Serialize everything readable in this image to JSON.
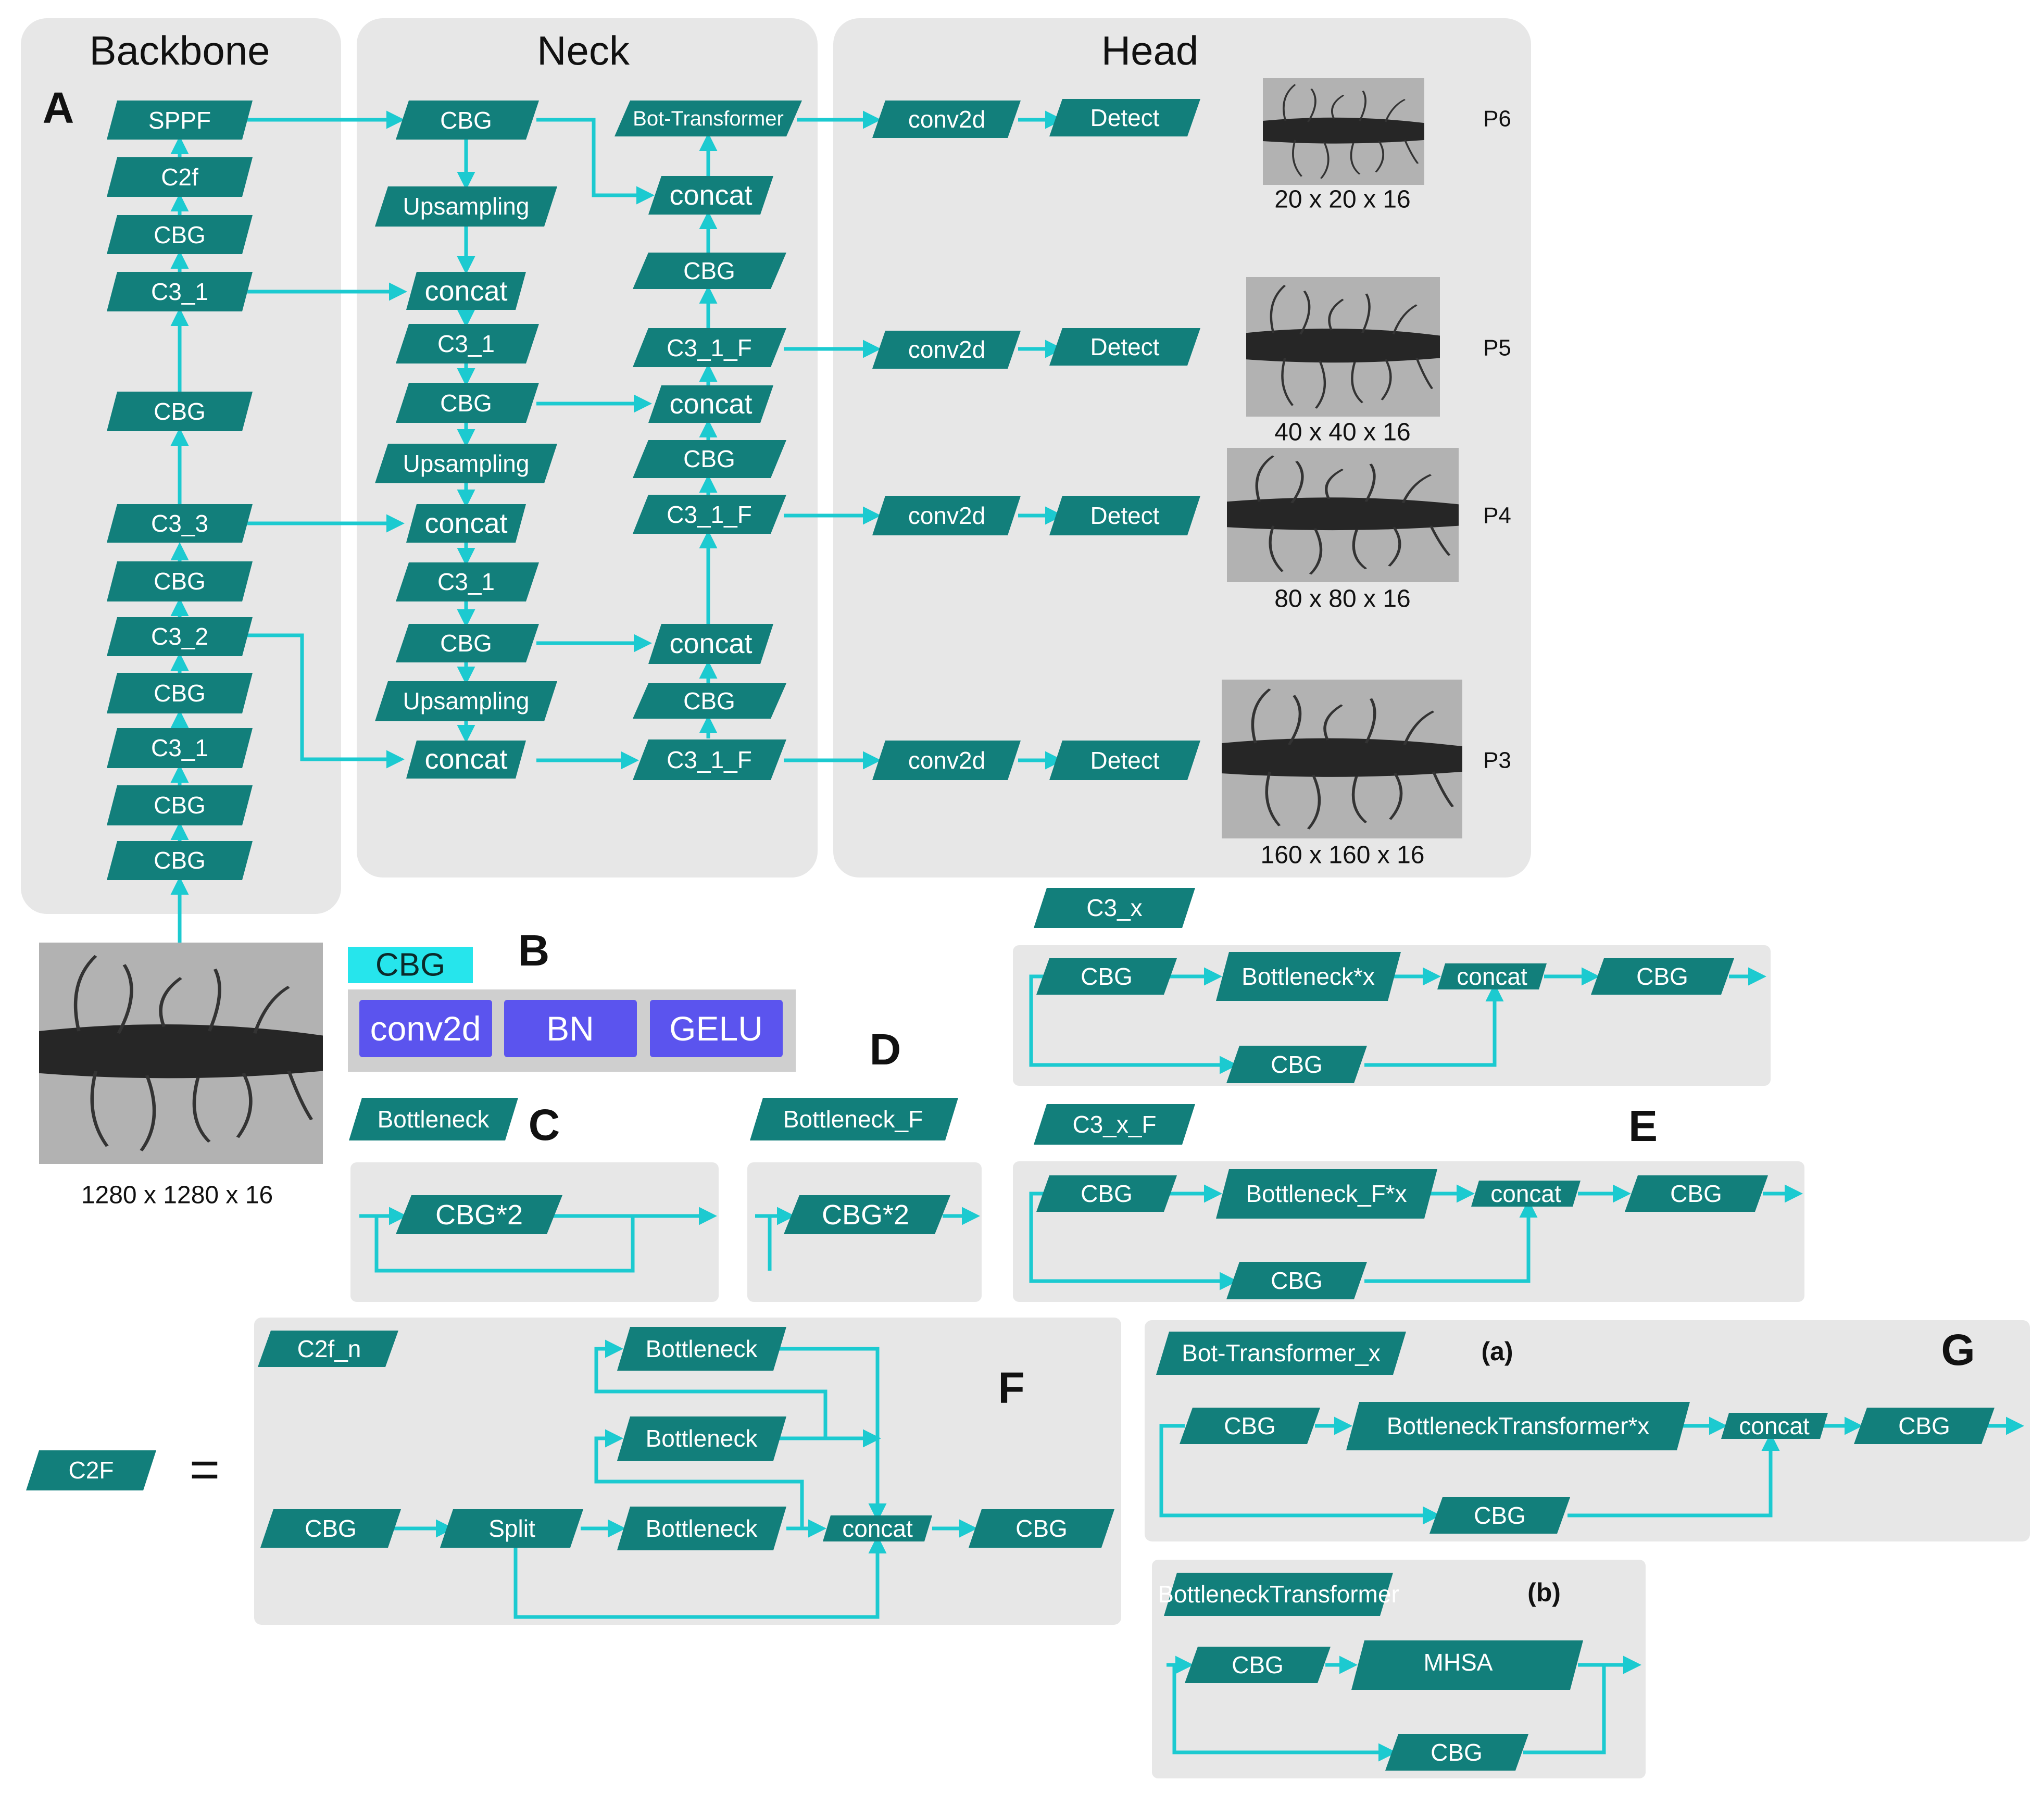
{
  "sections": {
    "backbone": "Backbone",
    "neck": "Neck",
    "head": "Head"
  },
  "letters": {
    "a": "A",
    "b": "B",
    "c": "C",
    "d": "D",
    "e": "E",
    "f": "F",
    "g": "G",
    "g_a": "(a)",
    "g_b": "(b)"
  },
  "backbone": {
    "sppf": "SPPF",
    "c2f": "C2f",
    "cbg_top": "CBG",
    "c3_1_top": "C3_1",
    "cbg_mid": "CBG",
    "c3_3": "C3_3",
    "cbg_a": "CBG",
    "c3_2": "C3_2",
    "cbg_b": "CBG",
    "c3_1_low": "C3_1",
    "cbg_c": "CBG",
    "cbg_d": "CBG",
    "input_caption": "1280 x 1280 x 16"
  },
  "neck": {
    "left": {
      "cbg1": "CBG",
      "ups1": "Upsampling",
      "concat1": "concat",
      "c3_1a": "C3_1",
      "cbg2": "CBG",
      "ups2": "Upsampling",
      "concat2": "concat",
      "c3_1b": "C3_1",
      "cbg3": "CBG",
      "ups3": "Upsampling",
      "concat3": "concat"
    },
    "right": {
      "bot": "Bot-Transformer",
      "concat1": "concat",
      "cbg1": "CBG",
      "c3f1": "C3_1_F",
      "concat2": "concat",
      "cbg2": "CBG",
      "c3f2": "C3_1_F",
      "concat3": "concat",
      "cbg3": "CBG",
      "c3f3": "C3_1_F"
    }
  },
  "head": {
    "rows": [
      {
        "conv": "conv2d",
        "detect": "Detect",
        "level": "P6",
        "caption": "20 x 20 x 16"
      },
      {
        "conv": "conv2d",
        "detect": "Detect",
        "level": "P5",
        "caption": "40 x 40 x 16"
      },
      {
        "conv": "conv2d",
        "detect": "Detect",
        "level": "P4",
        "caption": "80 x 80 x 16"
      },
      {
        "conv": "conv2d",
        "detect": "Detect",
        "level": "P3",
        "caption": "160 x 160 x 16"
      }
    ]
  },
  "legend_b": {
    "title": "CBG",
    "items": [
      "conv2d",
      "BN",
      "GELU"
    ],
    "colors": {
      "title_bg": "#26e5ec",
      "item_bg": "#5b54ee",
      "panel_bg": "#cfcfcf"
    }
  },
  "block_c": {
    "tag": "Bottleneck",
    "node": "CBG*2"
  },
  "block_d": {
    "tag": "Bottleneck_F",
    "node": "CBG*2"
  },
  "block_c3x": {
    "tag": "C3_x",
    "cbg_in": "CBG",
    "bottleneck": "Bottleneck*x",
    "concat": "concat",
    "cbg_out": "CBG",
    "cbg_skip": "CBG"
  },
  "block_e": {
    "tag": "C3_x_F",
    "cbg_in": "CBG",
    "bottleneck": "Bottleneck_F*x",
    "concat": "concat",
    "cbg_out": "CBG",
    "cbg_skip": "CBG"
  },
  "block_f": {
    "c2f": "C2F",
    "equals": "=",
    "tag": "C2f_n",
    "cbg_in": "CBG",
    "split": "Split",
    "b1": "Bottleneck",
    "b2": "Bottleneck",
    "b3": "Bottleneck",
    "concat": "concat",
    "cbg_out": "CBG"
  },
  "block_g_a": {
    "tag": "Bot-Transformer_x",
    "cbg_in": "CBG",
    "bt": "BottleneckTransformer*x",
    "concat": "concat",
    "cbg_out": "CBG",
    "cbg_skip": "CBG"
  },
  "block_g_b": {
    "tag": "BottleneckTransformer",
    "cbg_in": "CBG",
    "mhsa": "MHSA",
    "cbg_skip": "CBG"
  },
  "colors": {
    "node": "#127f7b",
    "arrow": "#1ccad0",
    "panel": "#e7e7e7",
    "photo_bg": "#b4b4b4",
    "yarn": "#1e1e1e"
  }
}
